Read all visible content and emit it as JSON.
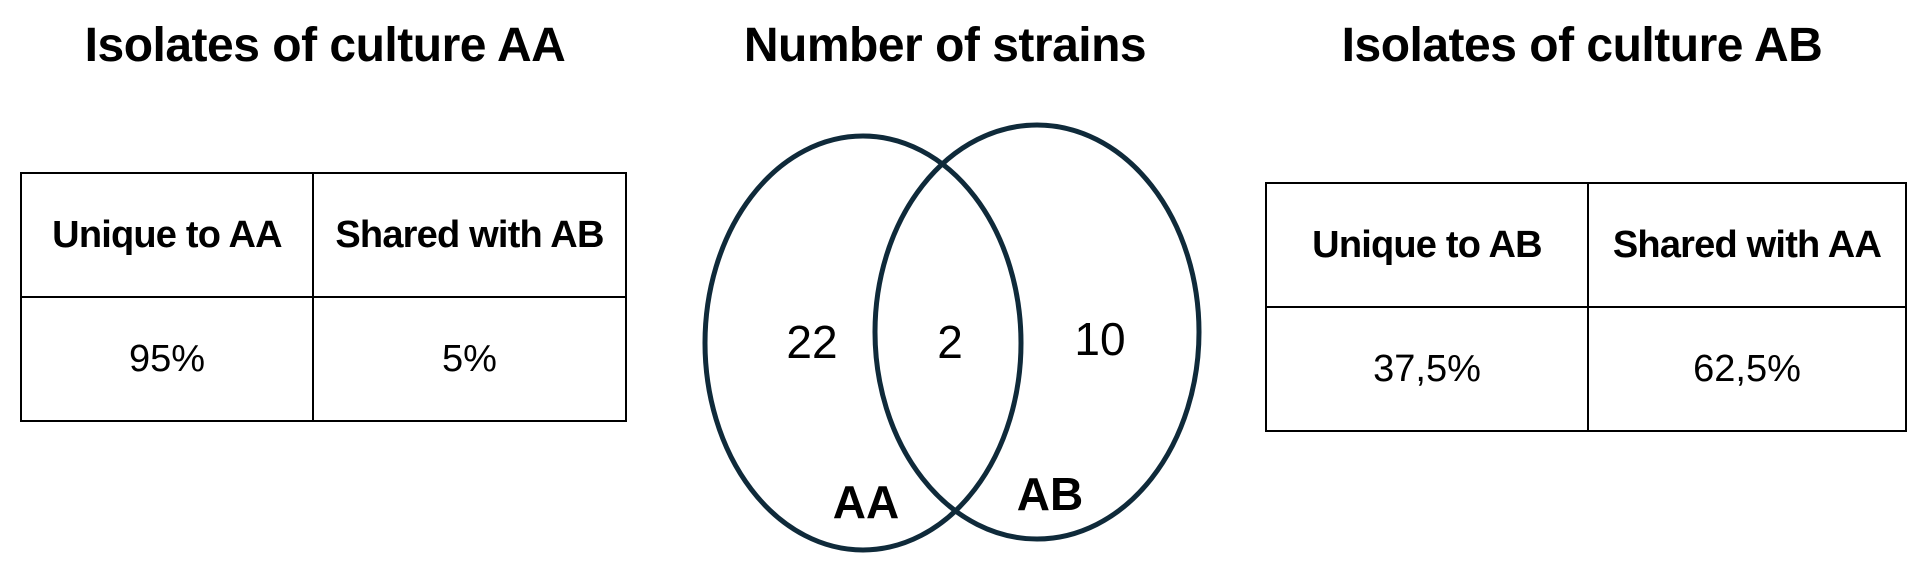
{
  "left_panel": {
    "title": "Isolates of culture AA",
    "headers": [
      "Unique to AA",
      "Shared with AB"
    ],
    "values": [
      "95%",
      "5%"
    ]
  },
  "venn": {
    "title": "Number of strains",
    "sets": [
      {
        "label": "AA",
        "only_count": "22"
      },
      {
        "label": "AB",
        "only_count": "10"
      }
    ],
    "intersection_count": "2",
    "stroke_color": "#0f2a3a"
  },
  "right_panel": {
    "title": "Isolates of culture AB",
    "headers": [
      "Unique to AB",
      "Shared with AA"
    ],
    "values": [
      "37,5%",
      "62,5%"
    ]
  }
}
